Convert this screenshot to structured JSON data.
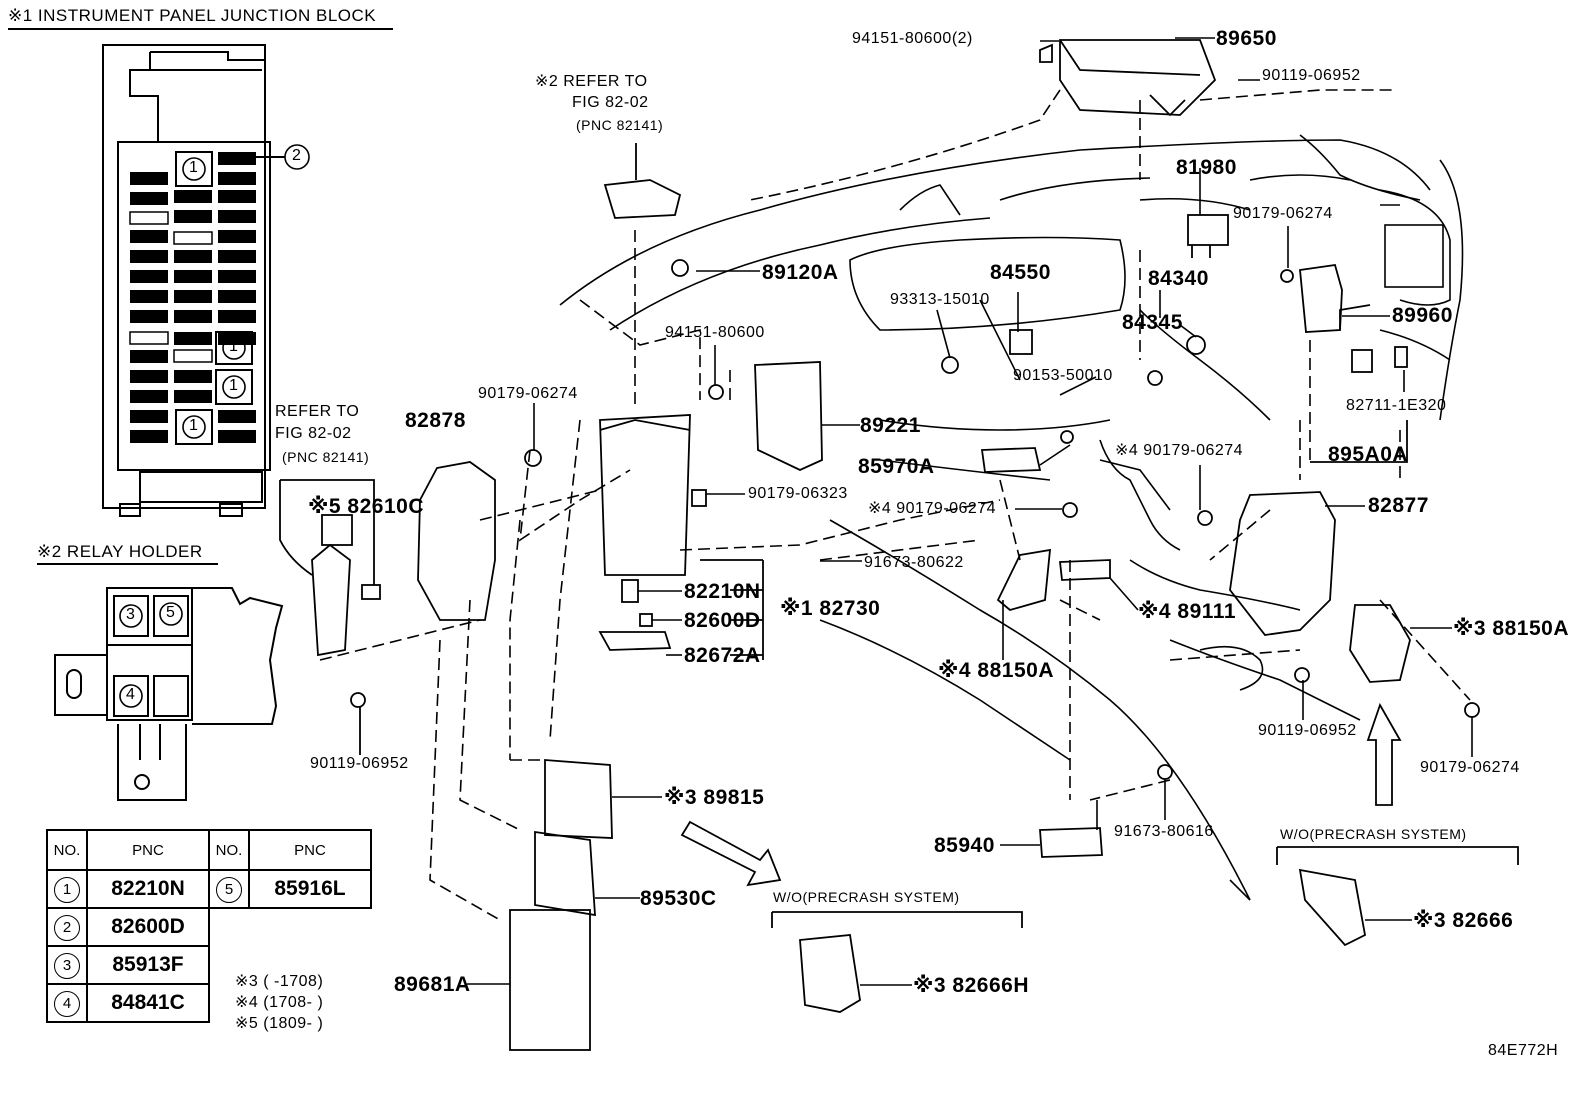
{
  "figure_id": "84E772H",
  "callouts": {
    "instrument_panel_jb": "※1 INSTRUMENT PANEL JUNCTION BLOCK",
    "relay_holder": "※2 RELAY HOLDER",
    "refer_top_1": "※2 REFER TO",
    "refer_top_2": "FIG 82-02",
    "refer_top_3": "(PNC 82141)",
    "refer_left_1": "REFER TO",
    "refer_left_2": "FIG 82-02",
    "refer_left_3": "(PNC 82141)",
    "wo_precrash_1": "W/O(PRECRASH SYSTEM)",
    "wo_precrash_2": "W/O(PRECRASH SYSTEM)"
  },
  "parts": {
    "p94151_80600_2": "94151-80600(2)",
    "p89650": "89650",
    "p90119_06952_top": "90119-06952",
    "p81980": "81980",
    "p90179_06274_a": "90179-06274",
    "p89120A": "89120A",
    "p84550": "84550",
    "p84340": "84340",
    "p93313_15010": "93313-15010",
    "p84345": "84345",
    "p89960": "89960",
    "p94151_80600": "94151-80600",
    "p90153_50010": "90153-50010",
    "p82711_1E320": "82711-1E320",
    "p90179_06274_b": "90179-06274",
    "p82878": "82878",
    "p89221": "89221",
    "p90179_06274_c": "※4 90179-06274",
    "p895A0A": "895A0A",
    "p85970A": "85970A",
    "p82610C": "※5 82610C",
    "p90179_06323": "90179-06323",
    "p90179_06274_d": "※4 90179-06274",
    "p82877": "82877",
    "p91673_80622": "91673-80622",
    "p82210N": "82210N",
    "p82730": "※1 82730",
    "p82600D": "82600D",
    "p89111": "※4 89111",
    "p88150A_r": "※3 88150A",
    "p82672A": "82672A",
    "p88150A_l": "※4 88150A",
    "p90119_06952_l": "90119-06952",
    "p90119_06952_r": "90119-06952",
    "p90179_06274_e": "90179-06274",
    "p89815": "※3 89815",
    "p91673_80616": "91673-80616",
    "p85940": "85940",
    "p89530C": "89530C",
    "p82666": "※3 82666",
    "p89681A": "89681A",
    "p82666H": "※3 82666H"
  },
  "pnc_table": {
    "headers": [
      "NO.",
      "PNC",
      "NO.",
      "PNC"
    ],
    "rows": [
      {
        "no": "1",
        "pnc": "82210N",
        "no2": "5",
        "pnc2": "85916L"
      },
      {
        "no": "2",
        "pnc": "82600D",
        "no2": "",
        "pnc2": ""
      },
      {
        "no": "3",
        "pnc": "85913F",
        "no2": "",
        "pnc2": ""
      },
      {
        "no": "4",
        "pnc": "84841C",
        "no2": "",
        "pnc2": ""
      }
    ]
  },
  "notes": [
    "※3 (      -1708)",
    "※4 (1708-      )",
    "※5 (1809-      )"
  ],
  "markers": {
    "jb_1a": "1",
    "jb_1b": "1",
    "jb_1c": "1",
    "jb_1d": "1",
    "jb_2": "2",
    "rh_3": "3",
    "rh_5": "5",
    "rh_4": "4"
  }
}
